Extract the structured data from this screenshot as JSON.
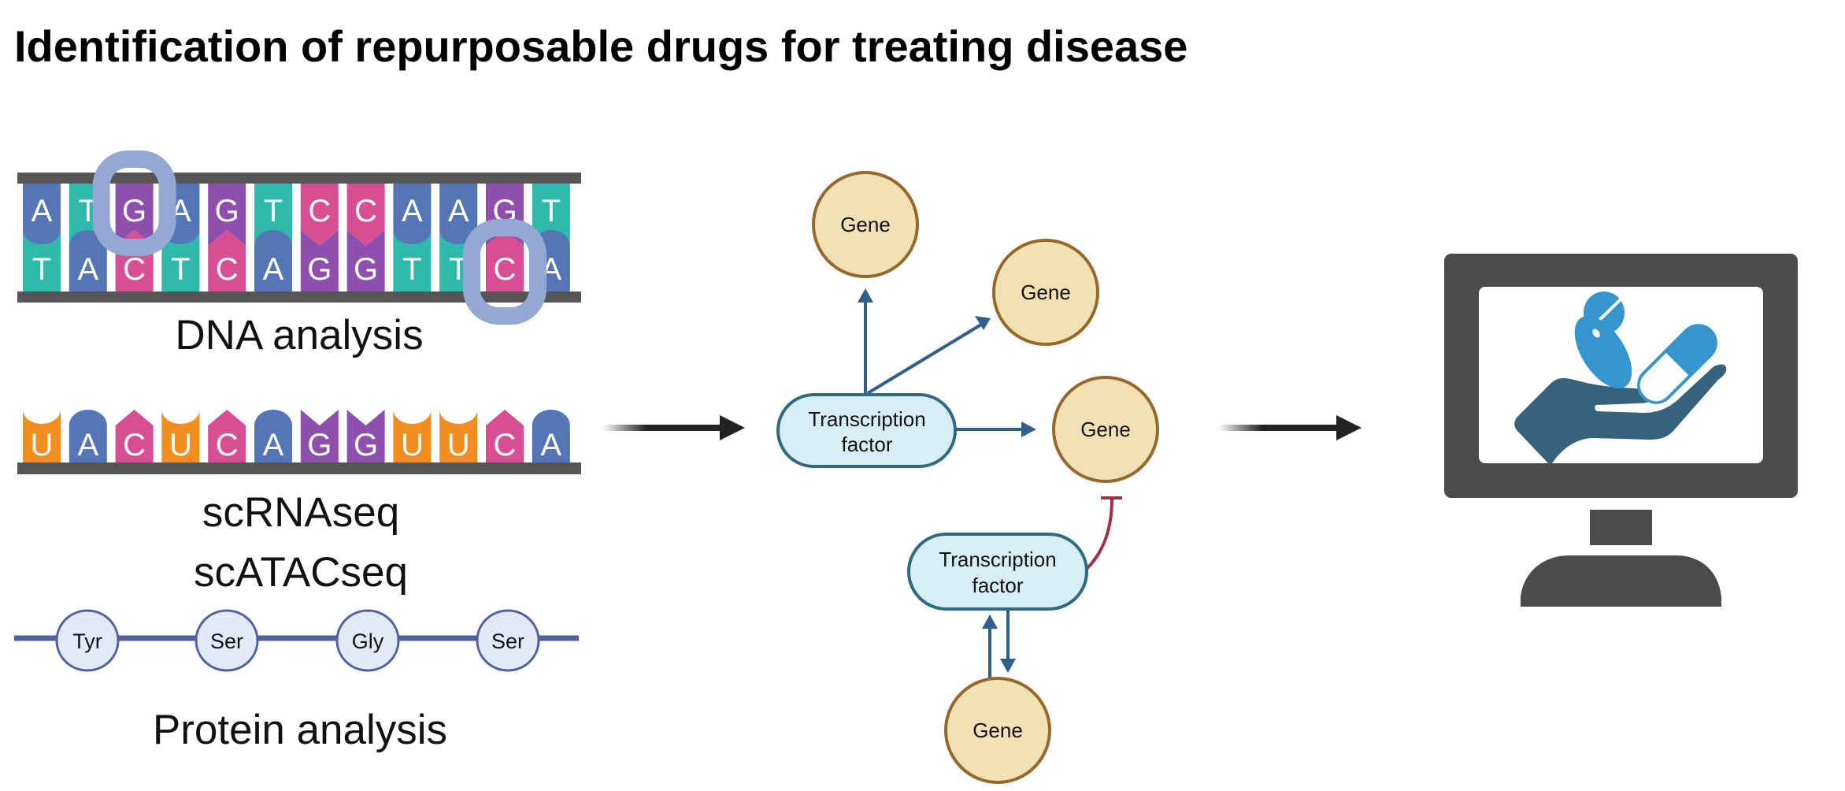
{
  "title": "Identification of repurposable drugs for treating disease",
  "colors": {
    "A": "#5475b6",
    "T": "#2fb8ac",
    "G": "#8f4fad",
    "C": "#d84e93",
    "U": "#f28e20",
    "backbone": "#555555",
    "highlight_ring": "#93a9d4",
    "protein_line": "#5261a0",
    "protein_fill": "#e4e9f8",
    "gene_fill": "#f1e1b5",
    "gene_stroke": "#97682c",
    "tf_fill": "#d8eef5",
    "tf_stroke": "#2f6b80",
    "activation_arrow": "#2e5f8a",
    "inhibition": "#a32f44",
    "flow_arrow": "#222222",
    "monitor": "#4a4c4b",
    "pill": "#3595cd",
    "hand": "#37627c"
  },
  "dna": {
    "top_strand": [
      "A",
      "T",
      "G",
      "A",
      "G",
      "T",
      "C",
      "C",
      "A",
      "A",
      "G",
      "T"
    ],
    "bottom_strand": [
      "T",
      "A",
      "C",
      "T",
      "C",
      "A",
      "G",
      "G",
      "T",
      "T",
      "C",
      "A"
    ],
    "highlighted": [
      {
        "strand": "top",
        "index": 2,
        "base": "G"
      },
      {
        "strand": "bottom",
        "index": 10,
        "base": "C"
      }
    ],
    "label": "DNA analysis"
  },
  "rna": {
    "strand": [
      "U",
      "A",
      "C",
      "U",
      "C",
      "A",
      "G",
      "G",
      "U",
      "U",
      "C",
      "A"
    ],
    "label_1": "scRNAseq",
    "label_2": "scATACseq"
  },
  "protein": {
    "residues": [
      "Tyr",
      "Ser",
      "Gly",
      "Ser"
    ],
    "label": "Protein analysis"
  },
  "network": {
    "tf_top": {
      "line1": "Transcription",
      "line2": "factor"
    },
    "tf_bottom": {
      "line1": "Transcription",
      "line2": "factor"
    },
    "genes": [
      "Gene",
      "Gene",
      "Gene",
      "Gene"
    ],
    "edges": [
      {
        "from": "tf_top",
        "to": "gene_1",
        "type": "activation"
      },
      {
        "from": "tf_top",
        "to": "gene_2",
        "type": "activation"
      },
      {
        "from": "tf_top",
        "to": "gene_3",
        "type": "activation"
      },
      {
        "from": "tf_bottom",
        "to": "gene_3",
        "type": "inhibition"
      },
      {
        "from": "tf_bottom",
        "to": "gene_4",
        "type": "activation"
      },
      {
        "from": "gene_4",
        "to": "tf_bottom",
        "type": "activation"
      }
    ]
  },
  "output": {
    "icon": "monitor-hand-pills-icon"
  }
}
